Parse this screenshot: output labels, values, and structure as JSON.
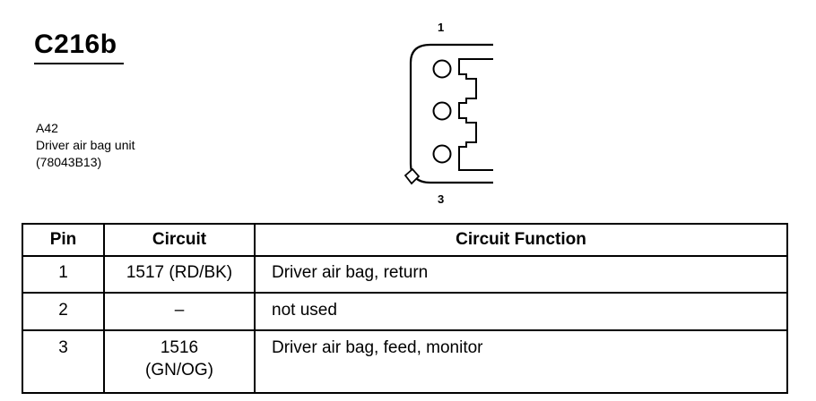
{
  "connector": {
    "id": "C216b",
    "code": "A42",
    "name": "Driver air bag unit",
    "part_number": "(78043B13)",
    "pin_label_top": "1",
    "pin_label_bottom": "3"
  },
  "table": {
    "headers": {
      "pin": "Pin",
      "circuit": "Circuit",
      "function": "Circuit Function"
    },
    "rows": [
      {
        "pin": "1",
        "circuit": [
          "1517 (RD/BK)"
        ],
        "function": "Driver air bag, return"
      },
      {
        "pin": "2",
        "circuit": [
          "–"
        ],
        "function": "not used"
      },
      {
        "pin": "3",
        "circuit": [
          "1516",
          "(GN/OG)"
        ],
        "function": "Driver air bag, feed, monitor"
      }
    ]
  }
}
